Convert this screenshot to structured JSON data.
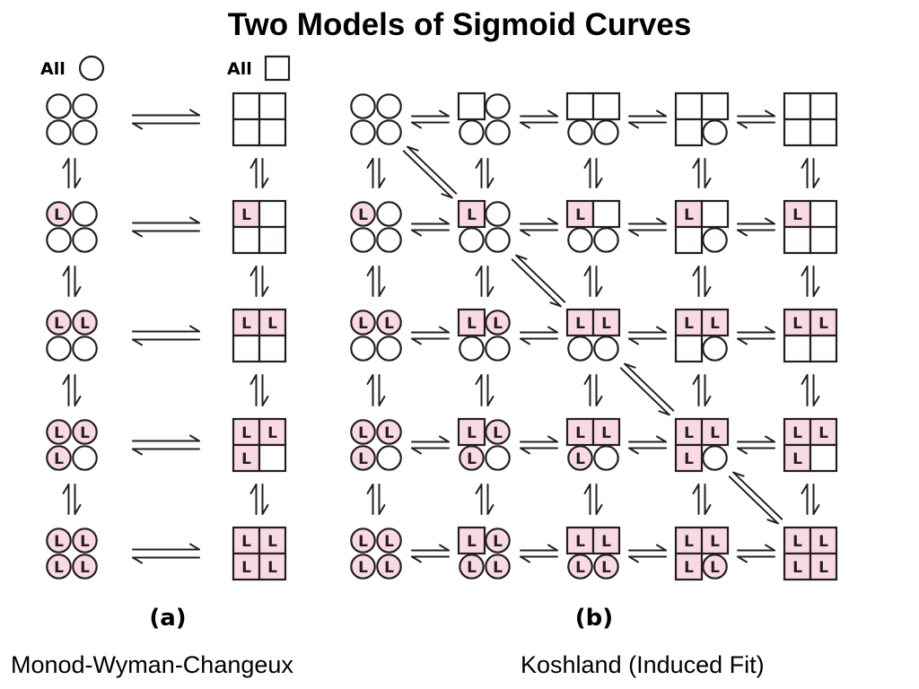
{
  "title": "Two Models of Sigmoid Curves",
  "legend": {
    "circle_label": "All",
    "square_label": "All"
  },
  "ligand_label": "L",
  "panels": {
    "a_label": "(a)",
    "b_label": "(b)"
  },
  "captions": {
    "left": "Monod-Wyman-Changeux",
    "right": "Koshland  (Induced Fit)"
  },
  "colors": {
    "bound_fill": "#f9d9e6",
    "stroke": "#231f20"
  }
}
